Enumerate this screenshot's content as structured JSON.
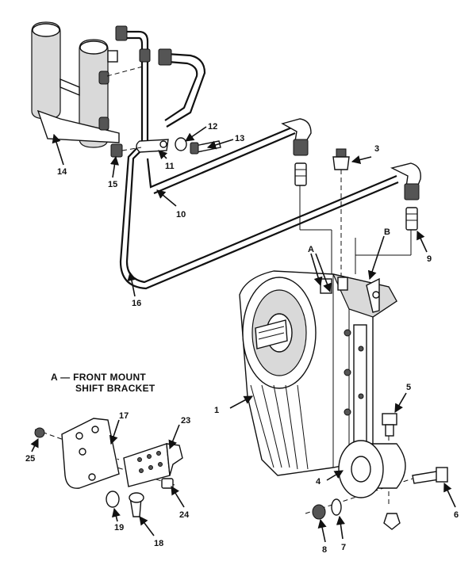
{
  "diagram": {
    "caption_line1": "A — FRONT MOUNT",
    "caption_line2": "SHIFT BRACKET",
    "callouts": {
      "c1": "1",
      "c3": "3",
      "c4": "4",
      "c5": "5",
      "c6": "6",
      "c7": "7",
      "c8": "8",
      "c9": "9",
      "c10": "10",
      "c11": "11",
      "c12": "12",
      "c13": "13",
      "c14": "14",
      "c15": "15",
      "c16": "16",
      "c17": "17",
      "c18": "18",
      "c19": "19",
      "c23": "23",
      "c24": "24",
      "c25": "25",
      "cA": "A",
      "cB": "B"
    }
  }
}
